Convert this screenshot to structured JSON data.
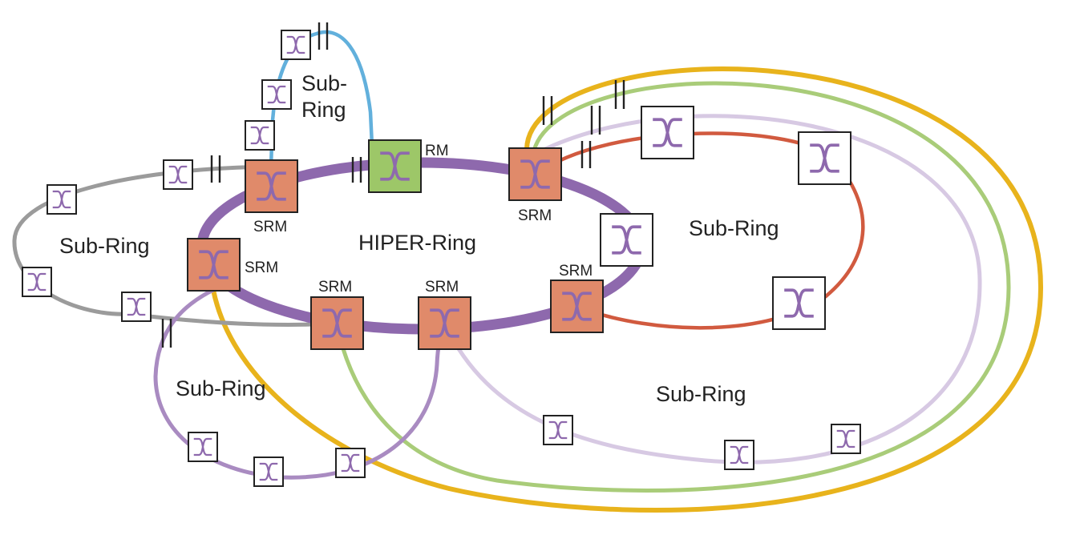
{
  "colors": {
    "hiper_ring": "#8e69ad",
    "sub_ring_gray": "#9b9b9b",
    "sub_ring_blue": "#62b0dc",
    "sub_ring_purple": "#a98bc1",
    "sub_ring_lavender": "#d7c9e3",
    "sub_ring_red": "#d15a3f",
    "sub_ring_green": "#a9cc79",
    "sub_ring_yellow": "#e8b31c",
    "srm_fill": "#e08a6a",
    "rm_fill": "#9dc768",
    "switch_fill": "#ffffff",
    "switch_symbol": "#8e69ad"
  },
  "labels": {
    "hiper_ring": "HIPER-Ring",
    "sub_ring_left": "Sub-Ring",
    "sub_ring_top_line1": "Sub-",
    "sub_ring_top_line2": "Ring",
    "sub_ring_bottom_left": "Sub-Ring",
    "sub_ring_right": "Sub-Ring",
    "sub_ring_bottom_right": "Sub-Ring",
    "srm": "SRM",
    "rm": "RM"
  },
  "icons": {
    "switch": "switch-cross-icon",
    "port_break": "double-bar-icon"
  }
}
